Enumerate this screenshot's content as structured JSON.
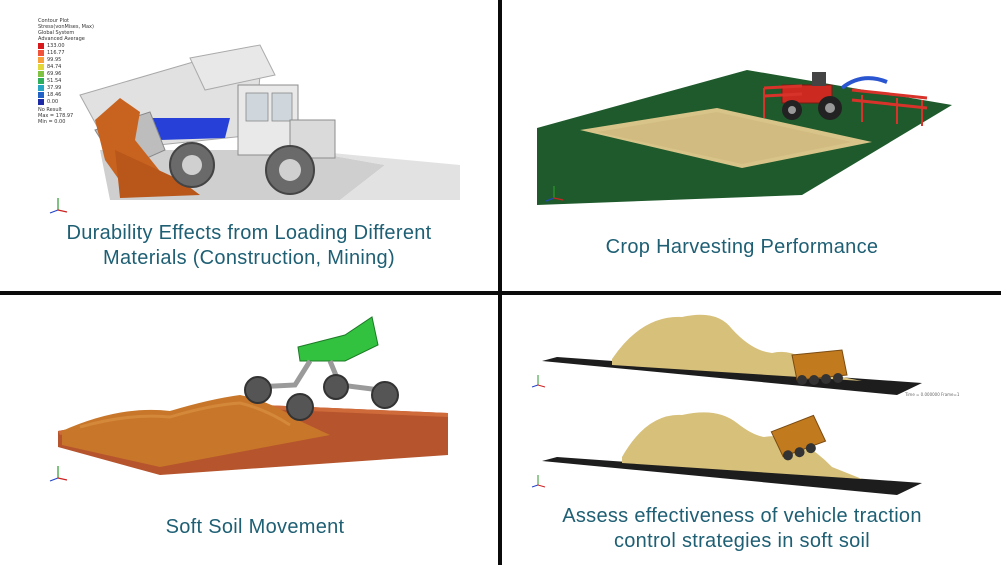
{
  "captions": {
    "top_left": [
      "Durability Effects from Loading Different",
      "Materials (Construction, Mining)"
    ],
    "top_right": "Crop Harvesting Performance",
    "bottom_left": "Soft Soil Movement",
    "bottom_right": [
      "Assess effectiveness of vehicle traction",
      "control strategies in soft soil"
    ]
  },
  "legend": {
    "title_lines": [
      "Contour Plot",
      "Stress(vonMises, Max)",
      "Global System",
      "Advanced Average"
    ],
    "levels": [
      "133.00",
      "116.77",
      "99.95",
      "84.74",
      "69.96",
      "51.54",
      "37.99",
      "18.46",
      "0.00"
    ],
    "level_colors": [
      "#d7191c",
      "#f0533a",
      "#f8a13a",
      "#e3d83a",
      "#7fc241",
      "#2fae5b",
      "#26a5c4",
      "#2262c7",
      "#1c2aa6"
    ],
    "no_result": "No Result",
    "max": "Max = 178.97",
    "min": "Min = 0.00"
  },
  "readouts": {
    "time_label": "Time = 0.000000  Frame=1"
  },
  "colors": {
    "caption_text": "#1e5f74",
    "divider": "#0b0b0b",
    "field_green": "#1e5a2c",
    "soil_orange": "#c8762a",
    "sand_tan": "#d7c07a",
    "slab_red": "#b5542d"
  },
  "icons": [
    "axis-triad-icon"
  ]
}
